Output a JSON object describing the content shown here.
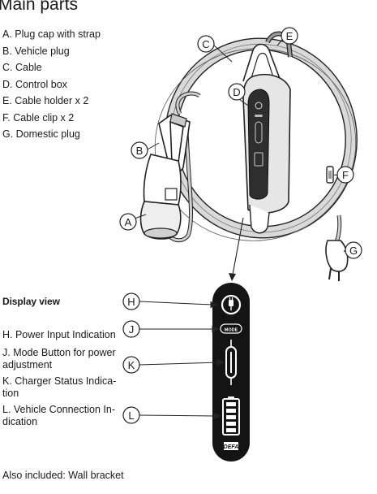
{
  "title": "Main parts",
  "parts": [
    "A. Plug cap with strap",
    "B. Vehicle plug",
    "C. Cable",
    "D. Control box",
    "E. Cable holder x 2",
    "F. Cable clip x 2",
    "G. Domestic plug"
  ],
  "display": {
    "heading": "Display view",
    "indicators": [
      "H. Power Input Indication",
      "J. Mode Button for power adjustment",
      "K. Charger Status Indica-tion",
      "L. Vehicle Connection In-dication"
    ],
    "mode_label": "MODE",
    "brand": "DEFA"
  },
  "callouts": [
    "A",
    "B",
    "C",
    "D",
    "E",
    "F",
    "G",
    "H",
    "J",
    "K",
    "L"
  ],
  "footer": "Also included: Wall bracket"
}
